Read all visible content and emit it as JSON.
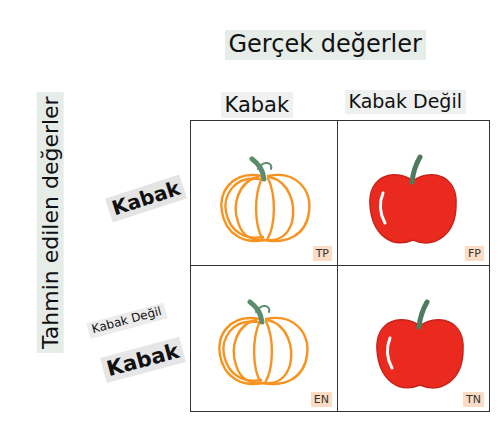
{
  "diagram": {
    "nodes": [
      {
        "text": [
          "TP"
        ]
      },
      {
        "text": [
          "FP"
        ]
      },
      {
        "text": [
          "EN"
        ]
      },
      {
        "text": [
          "TN"
        ]
      }
    ],
    "labels": [
      "Gerçek değerler",
      "Tahmin edilen değerler",
      "Kabak",
      "Kabak Değil",
      "Kabak",
      "Kabak Değil",
      "Kabak"
    ]
  }
}
